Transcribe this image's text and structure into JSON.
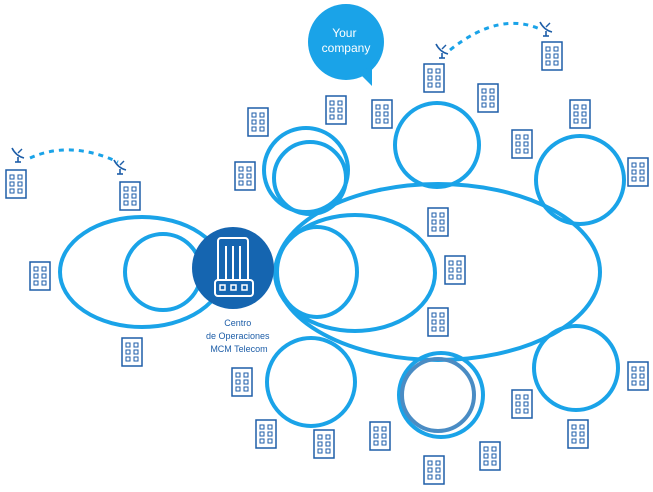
{
  "callout": {
    "line1": "Your",
    "line2": "company"
  },
  "center": {
    "line1": "Centro",
    "line2": "de Operaciones",
    "line3": "MCM Telecom"
  },
  "colors": {
    "ring": "#1aa3e8",
    "ring_dark": "#4a8cc4",
    "building": "#1e5ea8",
    "hub": "#1565b0",
    "callout": "#1aa3e8",
    "text_blue": "#1e5ea8",
    "white": "#ffffff"
  },
  "icons": {
    "building": "building-icon",
    "antenna": "satellite-dish-icon",
    "hub": "data-center-icon"
  }
}
